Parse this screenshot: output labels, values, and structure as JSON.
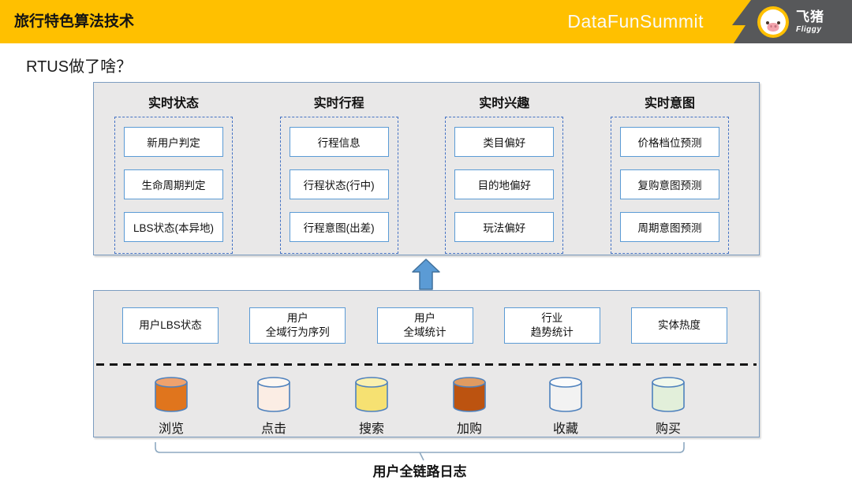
{
  "header": {
    "title": "旅行特色算法技术",
    "brand": "DataFunSummit",
    "logo": {
      "cn": "飞猪",
      "en": "Fliggy"
    }
  },
  "page_title": "RTUS做了啥？",
  "top_panel": {
    "columns": [
      {
        "title": "实时状态",
        "items": [
          "新用户判定",
          "生命周期判定",
          "LBS状态(本异地)"
        ]
      },
      {
        "title": "实时行程",
        "items": [
          "行程信息",
          "行程状态(行中)",
          "行程意图(出差)"
        ]
      },
      {
        "title": "实时兴趣",
        "items": [
          "类目偏好",
          "目的地偏好",
          "玩法偏好"
        ]
      },
      {
        "title": "实时意图",
        "items": [
          "价格档位预测",
          "复购意图预测",
          "周期意图预测"
        ]
      }
    ]
  },
  "bottom_panel": {
    "features": [
      {
        "lines": [
          "用户LBS状态"
        ]
      },
      {
        "lines": [
          "用户",
          "全域行为序列"
        ]
      },
      {
        "lines": [
          "用户",
          "全域统计"
        ]
      },
      {
        "lines": [
          "行业",
          "趋势统计"
        ]
      },
      {
        "lines": [
          "实体热度"
        ]
      }
    ],
    "log_sources": [
      {
        "label": "浏览",
        "body_color": "#E0751D",
        "top_color": "#EFA26D"
      },
      {
        "label": "点击",
        "body_color": "#FBEDE4",
        "top_color": "#FDF7F2"
      },
      {
        "label": "搜索",
        "body_color": "#F6E172",
        "top_color": "#FAF0AF"
      },
      {
        "label": "加购",
        "body_color": "#BC5310",
        "top_color": "#E09B61"
      },
      {
        "label": "收藏",
        "body_color": "#F2F2F2",
        "top_color": "#FBFBFB"
      },
      {
        "label": "购买",
        "body_color": "#E2EFDA",
        "top_color": "#F1F8EC"
      }
    ],
    "caption": "用户全链路日志"
  },
  "colors": {
    "header_bg": "#FFC000",
    "header_dark_bg": "#57585A",
    "panel_fill": "#E9E8E8",
    "panel_border": "#7C9CC0",
    "dashed_border": "#4472C4",
    "item_border": "#5B9BD5",
    "arrow_fill": "#5B9BD5",
    "arrow_stroke": "#41719C",
    "cylinder_stroke": "#4E81BD",
    "brace_stroke": "#8EA9C1"
  }
}
